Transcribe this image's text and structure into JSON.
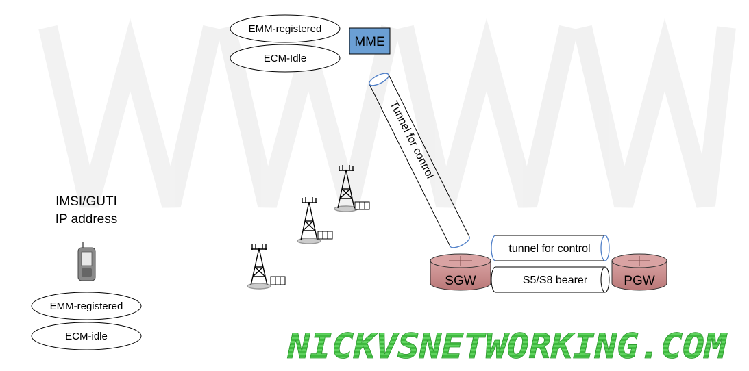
{
  "mme": {
    "label": "MME",
    "state_emm": "EMM-registered",
    "state_ecm": "ECM-Idle",
    "box_color": "#6b9fd4"
  },
  "ue": {
    "identity_line1": "IMSI/GUTI",
    "identity_line2": "IP address",
    "state_emm": "EMM-registered",
    "state_ecm": "ECM-idle",
    "icon": "mobile-phone-icon"
  },
  "tunnels": {
    "mme_sgw": "Tunnel for control",
    "sgw_pgw_control": "tunnel for control",
    "sgw_pgw_bearer": "S5/S8 bearer"
  },
  "gateways": {
    "sgw": "SGW",
    "pgw": "PGW",
    "color": "#c98a8a"
  },
  "enodebs": {
    "icon": "cell-tower-icon"
  },
  "watermark": {
    "text": "NICKVSNETWORKING.COM",
    "color": "#5fd35f"
  }
}
